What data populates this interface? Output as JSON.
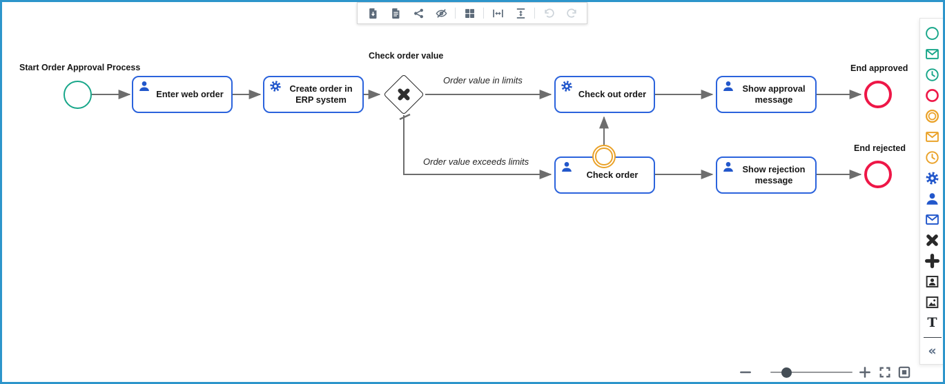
{
  "colors": {
    "frame_border": "#2d95cb",
    "task_border_blue": "#2b63dc",
    "task_icon_blue": "#2257cb",
    "event_green": "#17a689",
    "event_red": "#ee1747",
    "event_orange": "#eaa229",
    "gateway_black": "#2a2a2a",
    "connector_gray": "#6d6d6d",
    "toolbar_icon_gray": "#5d6b7a",
    "toolbar_icon_disabled": "#ccd3d9"
  },
  "toolbar": {
    "items": [
      {
        "name": "export-image",
        "icon": "file-download-icon",
        "enabled": true
      },
      {
        "name": "export-document",
        "icon": "file-text-icon",
        "enabled": true
      },
      {
        "name": "share",
        "icon": "share-icon",
        "enabled": true
      },
      {
        "name": "hide-elements",
        "icon": "eye-off-icon",
        "enabled": true
      },
      {
        "name": "grid",
        "icon": "grid-icon",
        "enabled": true
      },
      {
        "name": "fit-width",
        "icon": "fit-width-icon",
        "enabled": true
      },
      {
        "name": "fit-height",
        "icon": "fit-height-icon",
        "enabled": true
      },
      {
        "name": "undo",
        "icon": "undo-icon",
        "enabled": false
      },
      {
        "name": "redo",
        "icon": "redo-icon",
        "enabled": false
      }
    ]
  },
  "palette": {
    "items": [
      {
        "name": "start-event",
        "icon": "circle-icon",
        "color": "#17a689"
      },
      {
        "name": "message-start-event",
        "icon": "envelope-icon",
        "color": "#17a689"
      },
      {
        "name": "timer-start-event",
        "icon": "clock-icon",
        "color": "#17a689"
      },
      {
        "name": "end-event",
        "icon": "circle-icon",
        "color": "#ee1747"
      },
      {
        "name": "intermediate-event",
        "icon": "double-circle-icon",
        "color": "#eaa229"
      },
      {
        "name": "message-intermediate-event",
        "icon": "envelope-icon",
        "color": "#eaa229"
      },
      {
        "name": "timer-intermediate-event",
        "icon": "clock-icon",
        "color": "#eaa229"
      },
      {
        "name": "service-task",
        "icon": "gear-icon",
        "color": "#2257cb"
      },
      {
        "name": "user-task",
        "icon": "person-icon",
        "color": "#2257cb"
      },
      {
        "name": "message-task",
        "icon": "envelope-icon",
        "color": "#2257cb"
      },
      {
        "name": "exclusive-gateway",
        "icon": "x-icon",
        "color": "#2a2a2a"
      },
      {
        "name": "parallel-gateway",
        "icon": "plus-icon",
        "color": "#2a2a2a"
      },
      {
        "name": "user-image",
        "icon": "portrait-icon",
        "color": "#2a2a2a"
      },
      {
        "name": "image",
        "icon": "picture-icon",
        "color": "#2a2a2a"
      },
      {
        "name": "text-annotation",
        "icon": "letter-t-icon",
        "color": "#2a2a2a"
      }
    ],
    "text_tool_glyph": "T",
    "collapse_glyph": "«"
  },
  "diagram": {
    "process_labels": {
      "start": "Start Order Approval Process",
      "gateway": "Check order value",
      "end_approved": "End approved",
      "end_rejected": "End rejected"
    },
    "tasks": {
      "enter_web_order": "Enter web order",
      "create_order_erp": "Create order in ERP system",
      "check_out_order": "Check out order",
      "check_order": "Check order",
      "show_approval_message": "Show approval message",
      "show_rejection_message": "Show rejection message"
    },
    "flows": {
      "in_limits": "Order value in limits",
      "exceeds_limits": "Order value exceeds limits"
    }
  },
  "zoom_controls": {
    "items": [
      {
        "name": "zoom-out",
        "icon": "minus-icon"
      },
      {
        "name": "zoom-slider",
        "icon": "slider"
      },
      {
        "name": "zoom-in",
        "icon": "plus-icon"
      },
      {
        "name": "fullscreen",
        "icon": "expand-icon"
      },
      {
        "name": "fit-to-screen",
        "icon": "fit-screen-icon"
      }
    ]
  }
}
